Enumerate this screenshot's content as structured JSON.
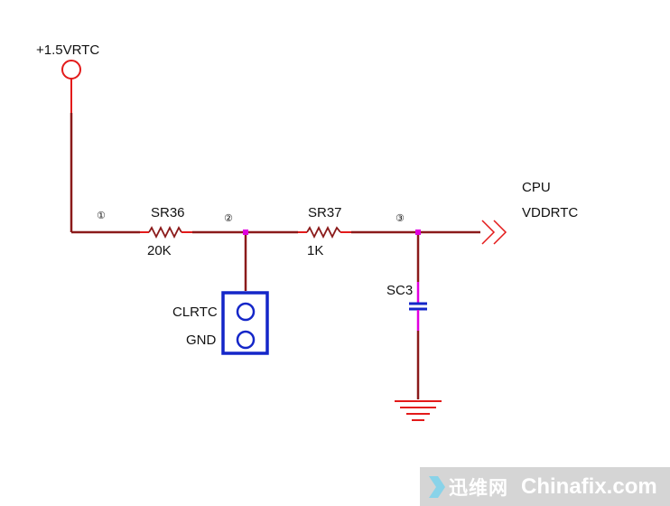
{
  "power_rail": {
    "label": "+1.5VRTC"
  },
  "resistors": [
    {
      "ref": "SR36",
      "value": "20K"
    },
    {
      "ref": "SR37",
      "value": "1K"
    }
  ],
  "jumper": {
    "pin1_label": "CLRTC",
    "pin2_label": "GND"
  },
  "capacitor": {
    "ref": "SC3"
  },
  "output": {
    "line1": "CPU",
    "line2": "VDDRTC"
  },
  "node_markers": [
    "①",
    "②",
    "③"
  ],
  "watermark": {
    "cn": "迅维网",
    "en": "Chinafix.com"
  },
  "colors": {
    "wire": "#8b1a1a",
    "component": "#e31a1a",
    "junction": "#e000e0",
    "jumper": "#1426c8",
    "cap_plate": "#1426c8",
    "cap_lead": "#e000e0"
  }
}
